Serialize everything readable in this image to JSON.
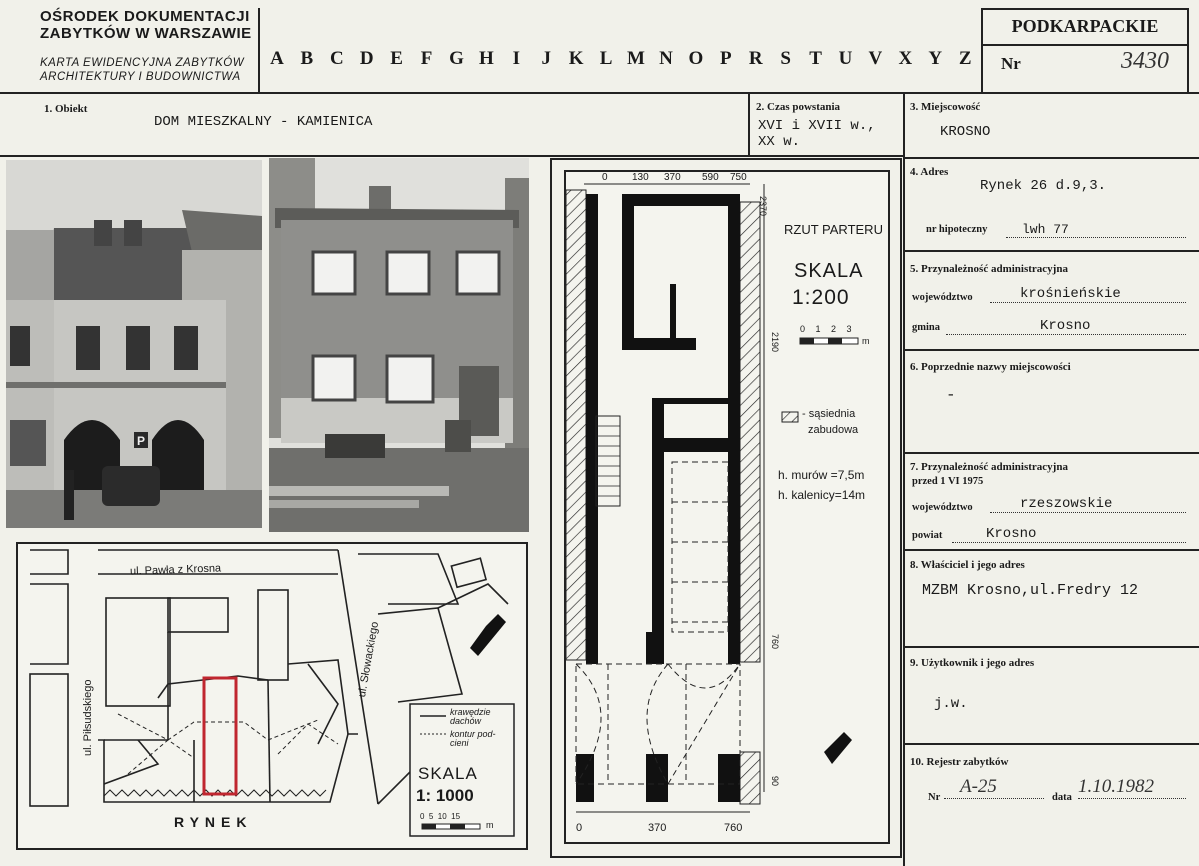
{
  "header": {
    "institution_line1": "OŚRODEK DOKUMENTACJI",
    "institution_line2": "ZABYTKÓW W WARSZAWIE",
    "card_type_line1": "KARTA EWIDENCYJNA ZABYTKÓW",
    "card_type_line2": "ARCHITEKTURY I BUDOWNICTWA",
    "letters": [
      "A",
      "B",
      "C",
      "D",
      "E",
      "F",
      "G",
      "H",
      "I",
      "J",
      "K",
      "L",
      "M",
      "N",
      "O",
      "P",
      "R",
      "S",
      "T",
      "U",
      "V",
      "X",
      "Y",
      "Z"
    ]
  },
  "register": {
    "region": "PODKARPACKIE",
    "nr_label": "Nr",
    "nr_value": "3430"
  },
  "fields": {
    "object_label": "1. Obiekt",
    "object_value": "DOM MIESZKALNY - KAMIENICA",
    "date_label": "2. Czas powstania",
    "date_value_1": "XVI i XVII w.,",
    "date_value_2": "XX w.",
    "place_label": "3. Miejscowość",
    "place_value": "KROSNO",
    "address_label": "4. Adres",
    "address_value": "Rynek 26 d.9,3.",
    "mortgage_label": "nr hipoteczny",
    "mortgage_value": "lwh 77",
    "admin_label": "5. Przynależność administracyjna",
    "voivodeship_label": "województwo",
    "voivodeship_value": "krośnieńskie",
    "commune_label": "gmina",
    "commune_value": "Krosno",
    "prev_names_label": "6. Poprzednie nazwy miejscowości",
    "prev_names_value": "-",
    "admin1975_label": "7. Przynależność administracyjna",
    "admin1975_sub": "przed 1 VI 1975",
    "voivodeship1975_label": "województwo",
    "voivodeship1975_value": "rzeszowskie",
    "district_label": "powiat",
    "district_value": "Krosno",
    "owner_label": "8. Właściciel i jego adres",
    "owner_value": "MZBM Krosno,ul.Fredry 12",
    "user_label": "9. Użytkownik i jego adres",
    "user_value": "j.w.",
    "registry_label": "10. Rejestr zabytków",
    "registry_nr_label": "Nr",
    "registry_nr_value": "A-25",
    "registry_date_label": "data",
    "registry_date_value": "1.10.1982"
  },
  "plan": {
    "title": "RZUT PARTERU",
    "scale_label": "SKALA",
    "scale_value": "1:200",
    "scale_ticks": "0 1 2 3",
    "scale_unit": "m",
    "legend_hatch": "- sąsiednia",
    "legend_hatch_2": "zabudowa",
    "wall_height": "h. murów =7,5m",
    "ridge_height": "h. kalenicy=14m",
    "dim_top": [
      "0",
      "130",
      "370",
      "590",
      "750"
    ],
    "dim_bottom": [
      "0",
      "370",
      "760"
    ],
    "dim_side": [
      "2370",
      "2190",
      "760",
      "90"
    ]
  },
  "site_map": {
    "street_top": "ul. Pawła z Krosna",
    "street_left": "ul. Piłsudskiego",
    "street_mid": "ul. Słowackiego",
    "square": "RYNEK",
    "legend_1a": "krawędzie",
    "legend_1b": "dachów",
    "legend_2a": "kontur pod-",
    "legend_2b": "cieni",
    "scale_label": "SKALA",
    "scale_value": "1: 1000",
    "scale_ticks": "0  5  10  15",
    "scale_unit": "m"
  },
  "photo_text": {
    "parking_sign": "P"
  }
}
